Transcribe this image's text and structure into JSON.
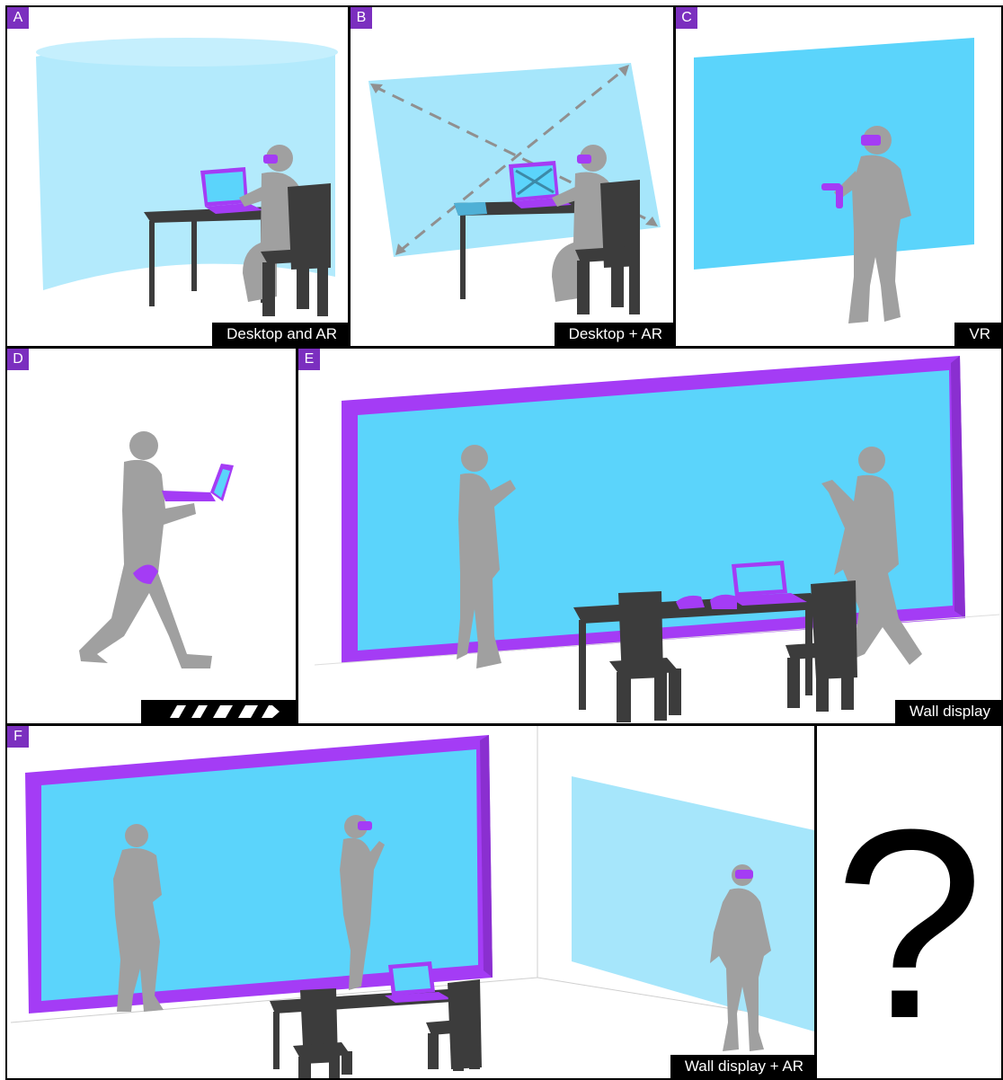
{
  "colors": {
    "accent_purple": "#7b2fbf",
    "device_purple": "#a43cf5",
    "screen_cyan": "#5bd4fb",
    "screen_light": "#a6e6fb",
    "person_grey": "#a0a0a0",
    "furniture_dark": "#3c3c3c"
  },
  "panels": [
    {
      "id": "A",
      "tag": "A",
      "caption": "Desktop and AR"
    },
    {
      "id": "B",
      "tag": "B",
      "caption": "Desktop + AR"
    },
    {
      "id": "C",
      "tag": "C",
      "caption": "VR"
    },
    {
      "id": "D",
      "tag": "D",
      "caption": ""
    },
    {
      "id": "E",
      "tag": "E",
      "caption": "Wall display"
    },
    {
      "id": "F",
      "tag": "F",
      "caption": "Wall display + AR"
    }
  ],
  "unknown_panel": {
    "symbol": "?"
  },
  "icons": {
    "walking_arrow": "dashed-arrow-icon",
    "person": "person-silhouette-icon",
    "headset": "ar-headset-icon",
    "laptop": "laptop-icon",
    "controller": "vr-controller-icon",
    "chair": "chair-icon",
    "desk": "desk-icon"
  }
}
